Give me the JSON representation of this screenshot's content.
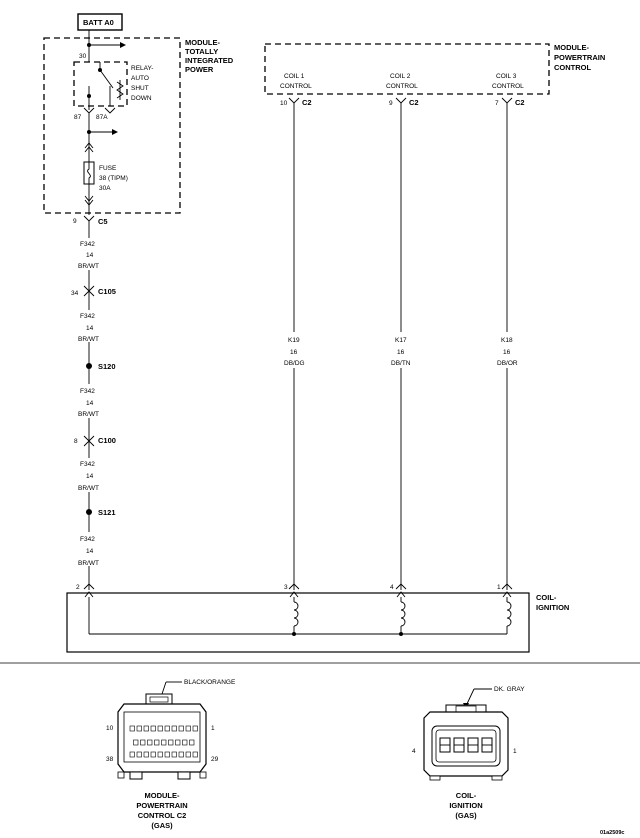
{
  "tipm": {
    "batt_label": "BATT A0",
    "module_name": [
      "MODULE-",
      "TOTALLY",
      "INTEGRATED",
      "POWER"
    ],
    "relay_label": [
      "RELAY-",
      "AUTO",
      "SHUT",
      "DOWN"
    ],
    "pin_30": "30",
    "pin_87": "87",
    "pin_87a": "87A",
    "fuse_label": [
      "FUSE",
      "38 (TIPM)",
      "30A"
    ],
    "connector_pin": "9",
    "connector": "C5"
  },
  "feed_wire": {
    "segments": [
      [
        "F342",
        "14",
        "BR/WT"
      ],
      [
        "F342",
        "14",
        "BR/WT"
      ],
      [
        "F342",
        "14",
        "BR/WT"
      ],
      [
        "F342",
        "14",
        "BR/WT"
      ],
      [
        "F342",
        "14",
        "BR/WT"
      ]
    ],
    "c105_pin": "34",
    "c105": "C105",
    "s120": "S120",
    "c100_pin": "8",
    "c100": "C100",
    "s121": "S121"
  },
  "pcm": {
    "name": [
      "MODULE-",
      "POWERTRAIN",
      "CONTROL"
    ],
    "coil_controls": [
      {
        "label": [
          "COIL 1",
          "CONTROL"
        ],
        "pin": "10",
        "connector": "C2",
        "wire": [
          "K19",
          "16",
          "DB/DG"
        ],
        "coil_pin": "3"
      },
      {
        "label": [
          "COIL 2",
          "CONTROL"
        ],
        "pin": "9",
        "connector": "C2",
        "wire": [
          "K17",
          "16",
          "DB/TN"
        ],
        "coil_pin": "4"
      },
      {
        "label": [
          "COIL 3",
          "CONTROL"
        ],
        "pin": "7",
        "connector": "C2",
        "wire": [
          "K18",
          "16",
          "DB/OR"
        ],
        "coil_pin": "1"
      }
    ]
  },
  "coil": {
    "name": [
      "COIL-",
      "IGNITION"
    ],
    "feed_pin": "2"
  },
  "connector_views": {
    "pcm": {
      "color": "BLACK/ORANGE",
      "pin_tl": "10",
      "pin_tr": "1",
      "pin_bl": "38",
      "pin_br": "29",
      "caption": [
        "MODULE-",
        "POWERTRAIN",
        "CONTROL C2",
        "(GAS)"
      ]
    },
    "coil": {
      "color": "DK. GRAY",
      "pin_l": "4",
      "pin_r": "1",
      "caption": [
        "COIL-",
        "IGNITION",
        "(GAS)"
      ]
    }
  },
  "figure_id": "01a2509c"
}
